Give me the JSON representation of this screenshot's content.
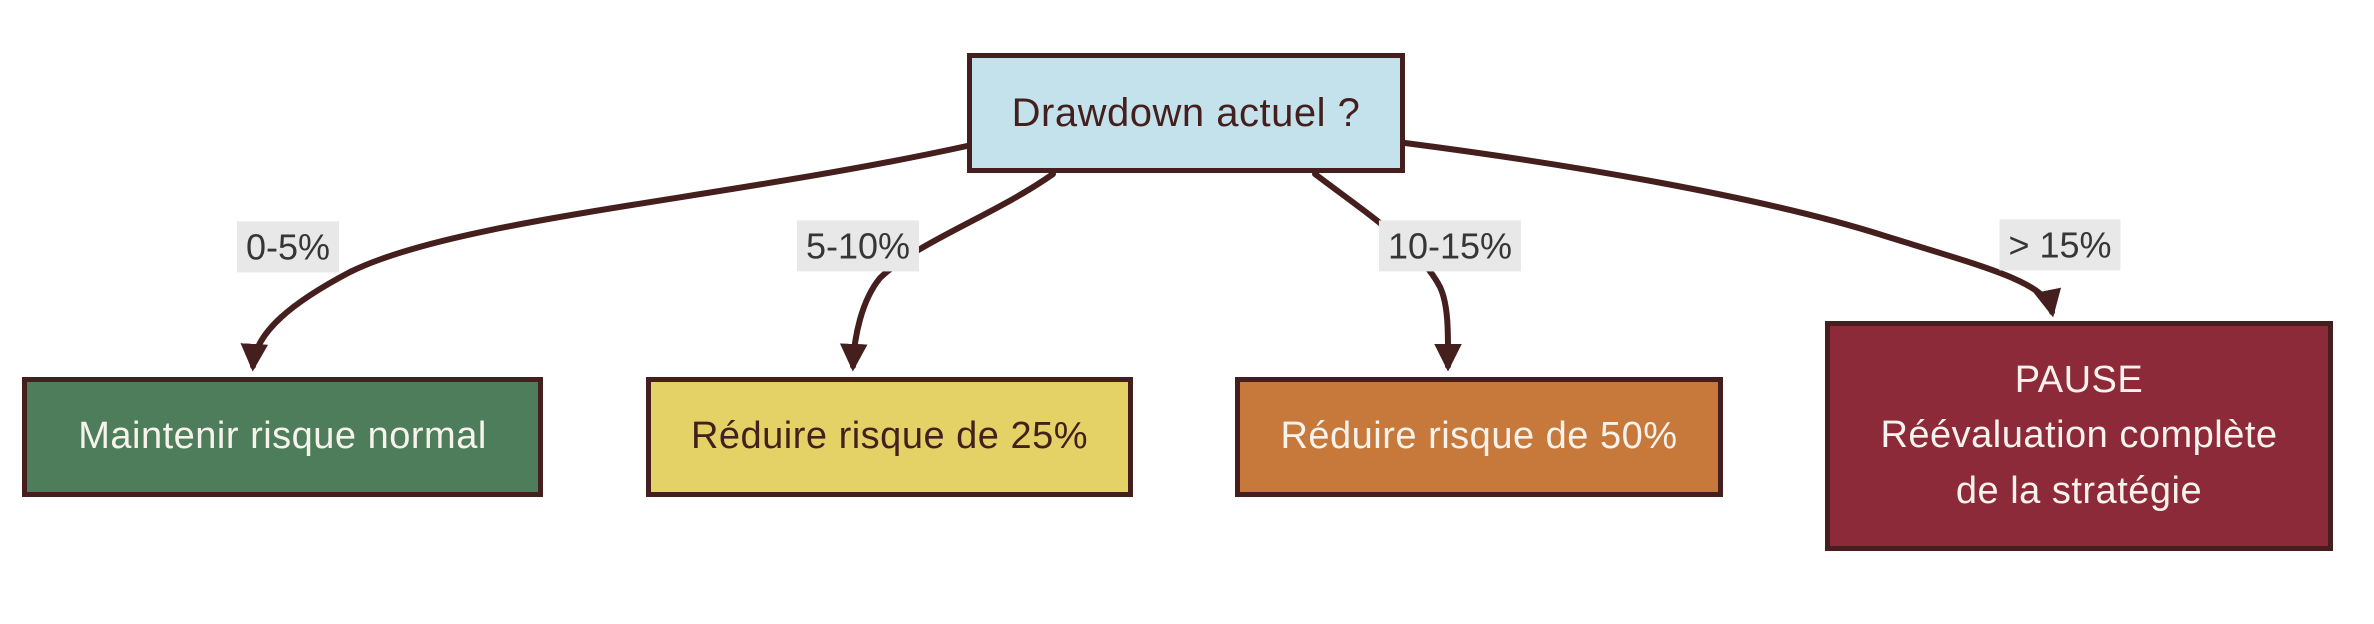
{
  "colors": {
    "canvas_bg": "#ffffff",
    "line": "#441f1e",
    "root_fill": "#c4e2eb",
    "label_bg": "#e8e8e8",
    "label_text": "#363636",
    "cream_text": "#f7f3ec",
    "branch_green": "#4e7d5b",
    "branch_yellow": "#e4d266",
    "branch_orange": "#c7793c",
    "branch_red": "#8d2a3a"
  },
  "diagram": {
    "root": {
      "label": "Drawdown actuel ?"
    },
    "branches": [
      {
        "condition": "0-5%",
        "action": "Maintenir risque normal"
      },
      {
        "condition": "5-10%",
        "action": "Réduire risque de 25%"
      },
      {
        "condition": "10-15%",
        "action": "Réduire risque de 50%"
      },
      {
        "condition": "> 15%",
        "action_lines": [
          "PAUSE",
          "Réévaluation complète",
          "de la stratégie"
        ]
      }
    ]
  }
}
